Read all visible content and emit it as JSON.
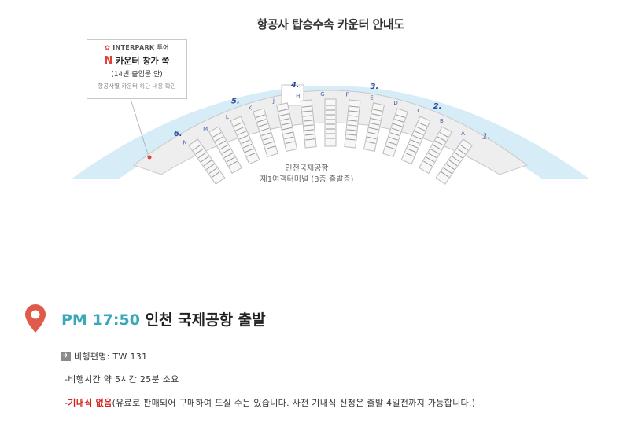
{
  "map": {
    "title": "항공사 탑승수속 카운터 안내도",
    "callout": {
      "logo": "INTERPARK 투어",
      "counter_letter": "N",
      "counter_text": "카운터 창가 쪽",
      "exit_text": "(14번 출입문 안)",
      "note": "항공사별 카운터 하단 내용 확인"
    },
    "terminal_name": "인천국제공항",
    "terminal_floor": "제1여객터미널 (3층 출발층)",
    "zones": [
      "1.",
      "2.",
      "3.",
      "4.",
      "5.",
      "6."
    ],
    "counters": [
      "A",
      "B",
      "C",
      "D",
      "E",
      "F",
      "G",
      "H",
      "J",
      "K",
      "L",
      "M",
      "N"
    ]
  },
  "departure": {
    "time": "PM 17:50",
    "label": "인천 국제공항 출발"
  },
  "flight": {
    "icon": "airplane-icon",
    "text": "비행편명: TW 131",
    "duration": "-비행시간 약 5시간 25분 소요",
    "meal_prefix": "-",
    "meal_warning": "기내식 없음",
    "meal_rest": "(유료로 판매되어 구매하여 드실 수는 있습니다. 사전 기내식 신청은 출발 4일전까지 가능합니다.)"
  },
  "colors": {
    "accent_teal": "#3aa8b8",
    "warning_red": "#d0211c",
    "pin_red": "#e05a4b",
    "terminal_blue": "#d6ecf6"
  }
}
